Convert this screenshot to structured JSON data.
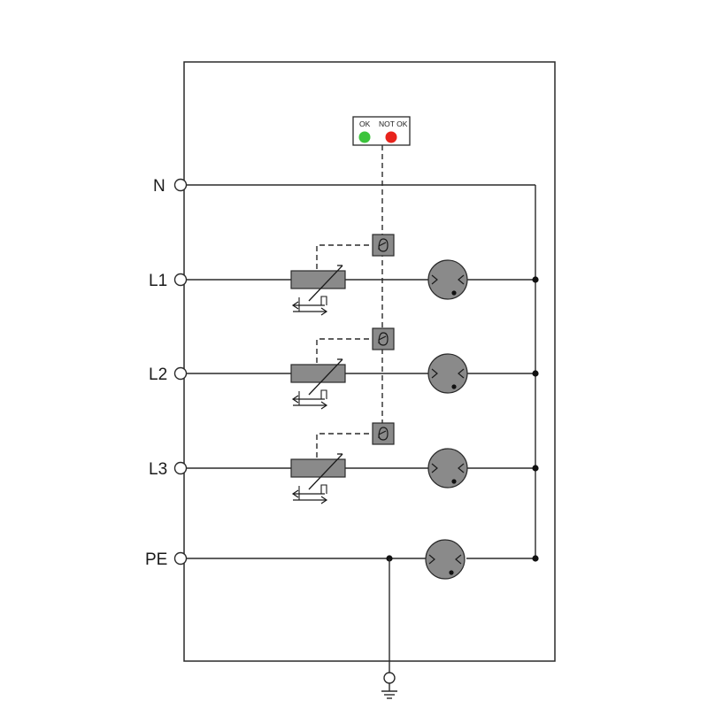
{
  "terminals": {
    "n": "N",
    "l1": "L1",
    "l2": "L2",
    "l3": "L3",
    "pe": "PE"
  },
  "indicator": {
    "ok_label": "OK",
    "not_ok_label": "NOT OK",
    "ok_color": "#3cc43c",
    "not_ok_color": "#e8231c"
  },
  "component_color": "#8a8a8a",
  "icons": {
    "thermal_disconnector": "theta",
    "varistor": "varistor-rect",
    "spark_gap": "gas-discharge-tube",
    "earth": "ground-symbol"
  }
}
